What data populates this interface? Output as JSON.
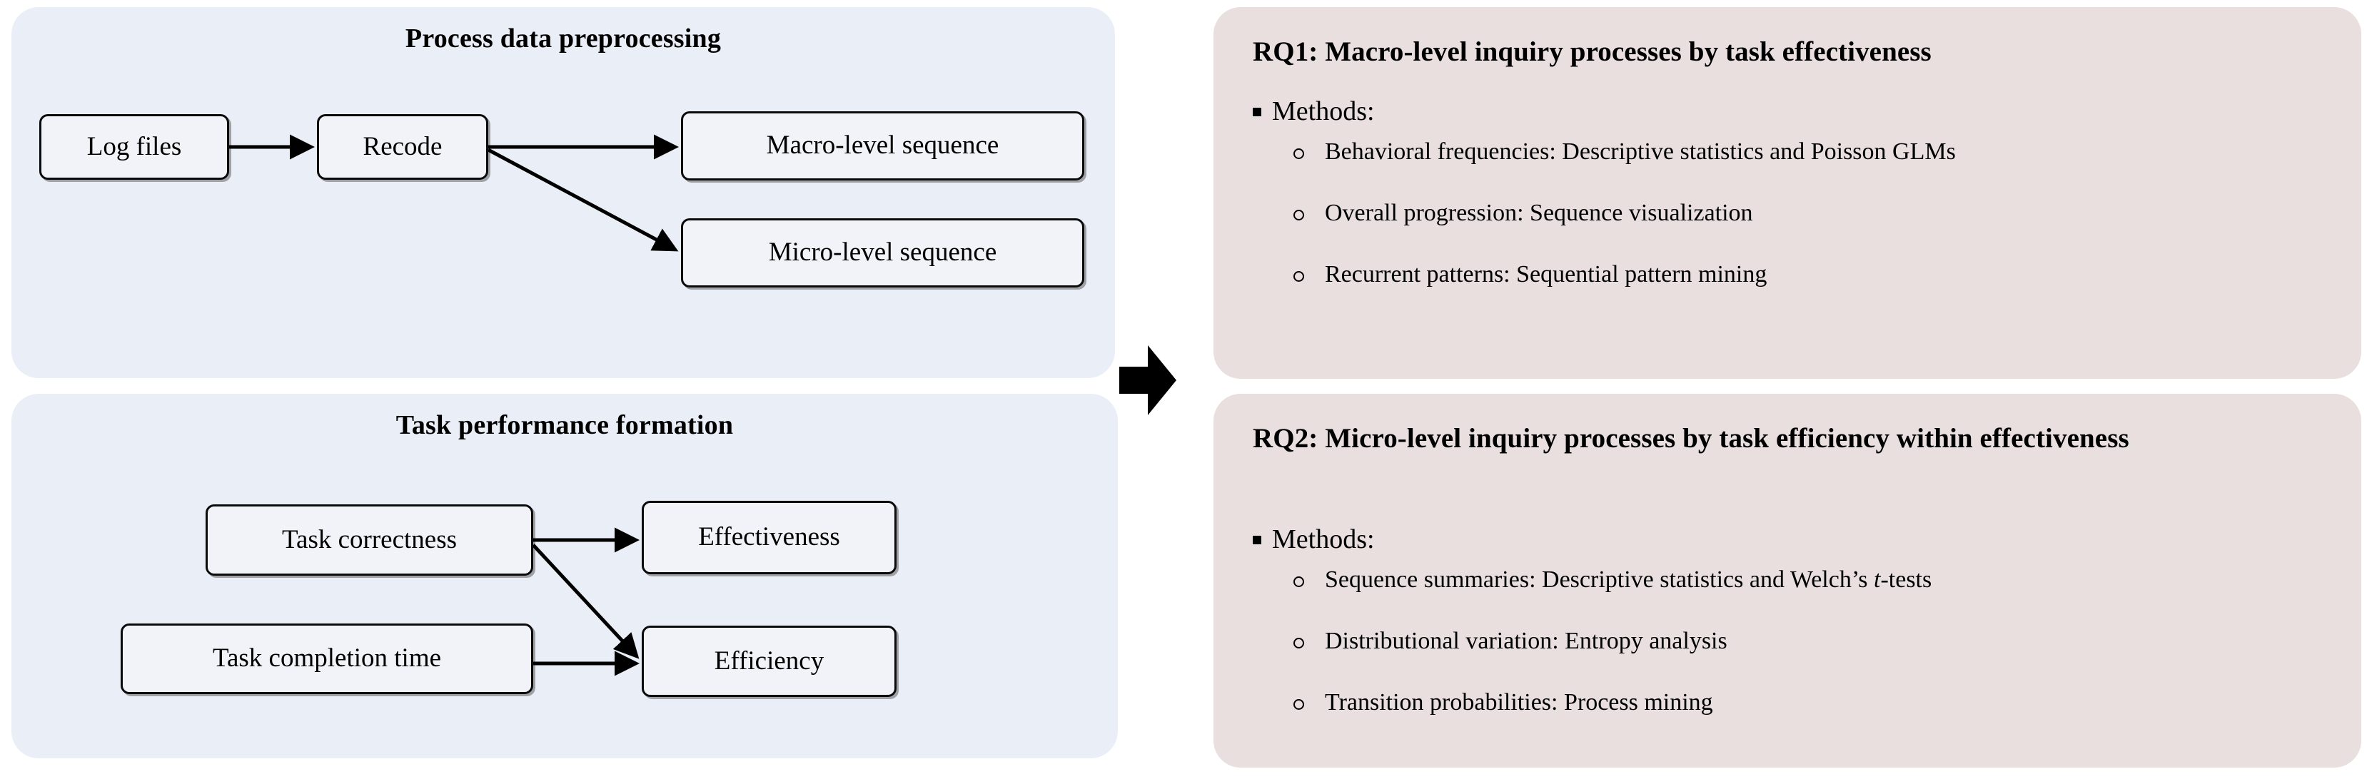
{
  "colors": {
    "panel_blue": "#eaeef7",
    "panel_pink": "#e8dfde",
    "box_fill": "#f1f3f8",
    "box_border": "#0b0b0b",
    "arrow": "#000000"
  },
  "left_column": {
    "preprocessing": {
      "title": "Process data preprocessing",
      "boxes": [
        {
          "id": "log-files",
          "label": "Log files"
        },
        {
          "id": "recode",
          "label": "Recode"
        },
        {
          "id": "macro-level-sequence",
          "label": "Macro-level sequence"
        },
        {
          "id": "micro-level-sequence",
          "label": "Micro-level sequence"
        }
      ],
      "arrows": [
        {
          "from": "log-files",
          "to": "recode"
        },
        {
          "from": "recode",
          "to": "macro-level-sequence"
        },
        {
          "from": "recode",
          "to": "micro-level-sequence"
        }
      ]
    },
    "performance": {
      "title": "Task performance formation",
      "boxes": [
        {
          "id": "task-correctness",
          "label": "Task correctness"
        },
        {
          "id": "effectiveness",
          "label": "Effectiveness"
        },
        {
          "id": "task-completion-time",
          "label": "Task completion time"
        },
        {
          "id": "efficiency",
          "label": "Efficiency"
        }
      ],
      "arrows": [
        {
          "from": "task-correctness",
          "to": "effectiveness"
        },
        {
          "from": "task-correctness",
          "to": "efficiency"
        },
        {
          "from": "task-completion-time",
          "to": "efficiency"
        }
      ]
    }
  },
  "flow_connector": {
    "icon": "right-block-arrow",
    "direction": "right"
  },
  "right_column": {
    "rq1": {
      "heading": "RQ1: Macro-level inquiry processes by task effectiveness",
      "methods_label": "Methods:",
      "methods": [
        {
          "topic": "Behavioral frequencies",
          "approach": "Descriptive statistics and Poisson GLMs",
          "text": "Behavioral frequencies: Descriptive statistics and Poisson GLMs"
        },
        {
          "topic": "Overall progression",
          "approach": "Sequence visualization",
          "text": "Overall progression: Sequence visualization"
        },
        {
          "topic": "Recurrent patterns",
          "approach": "Sequential pattern mining",
          "text": "Recurrent patterns: Sequential pattern mining"
        }
      ]
    },
    "rq2": {
      "heading": "RQ2: Micro-level inquiry processes by task efficiency within effectiveness",
      "methods_label": "Methods:",
      "methods": [
        {
          "topic": "Sequence summaries",
          "approach": "Descriptive statistics and Welch’s t-tests",
          "text_pre": "Sequence summaries: Descriptive statistics and Welch’s ",
          "text_italic": "t",
          "text_post": "-tests"
        },
        {
          "topic": "Distributional variation",
          "approach": "Entropy analysis",
          "text": "Distributional variation: Entropy analysis"
        },
        {
          "topic": "Transition probabilities",
          "approach": "Process mining",
          "text": "Transition probabilities: Process mining"
        }
      ]
    }
  }
}
